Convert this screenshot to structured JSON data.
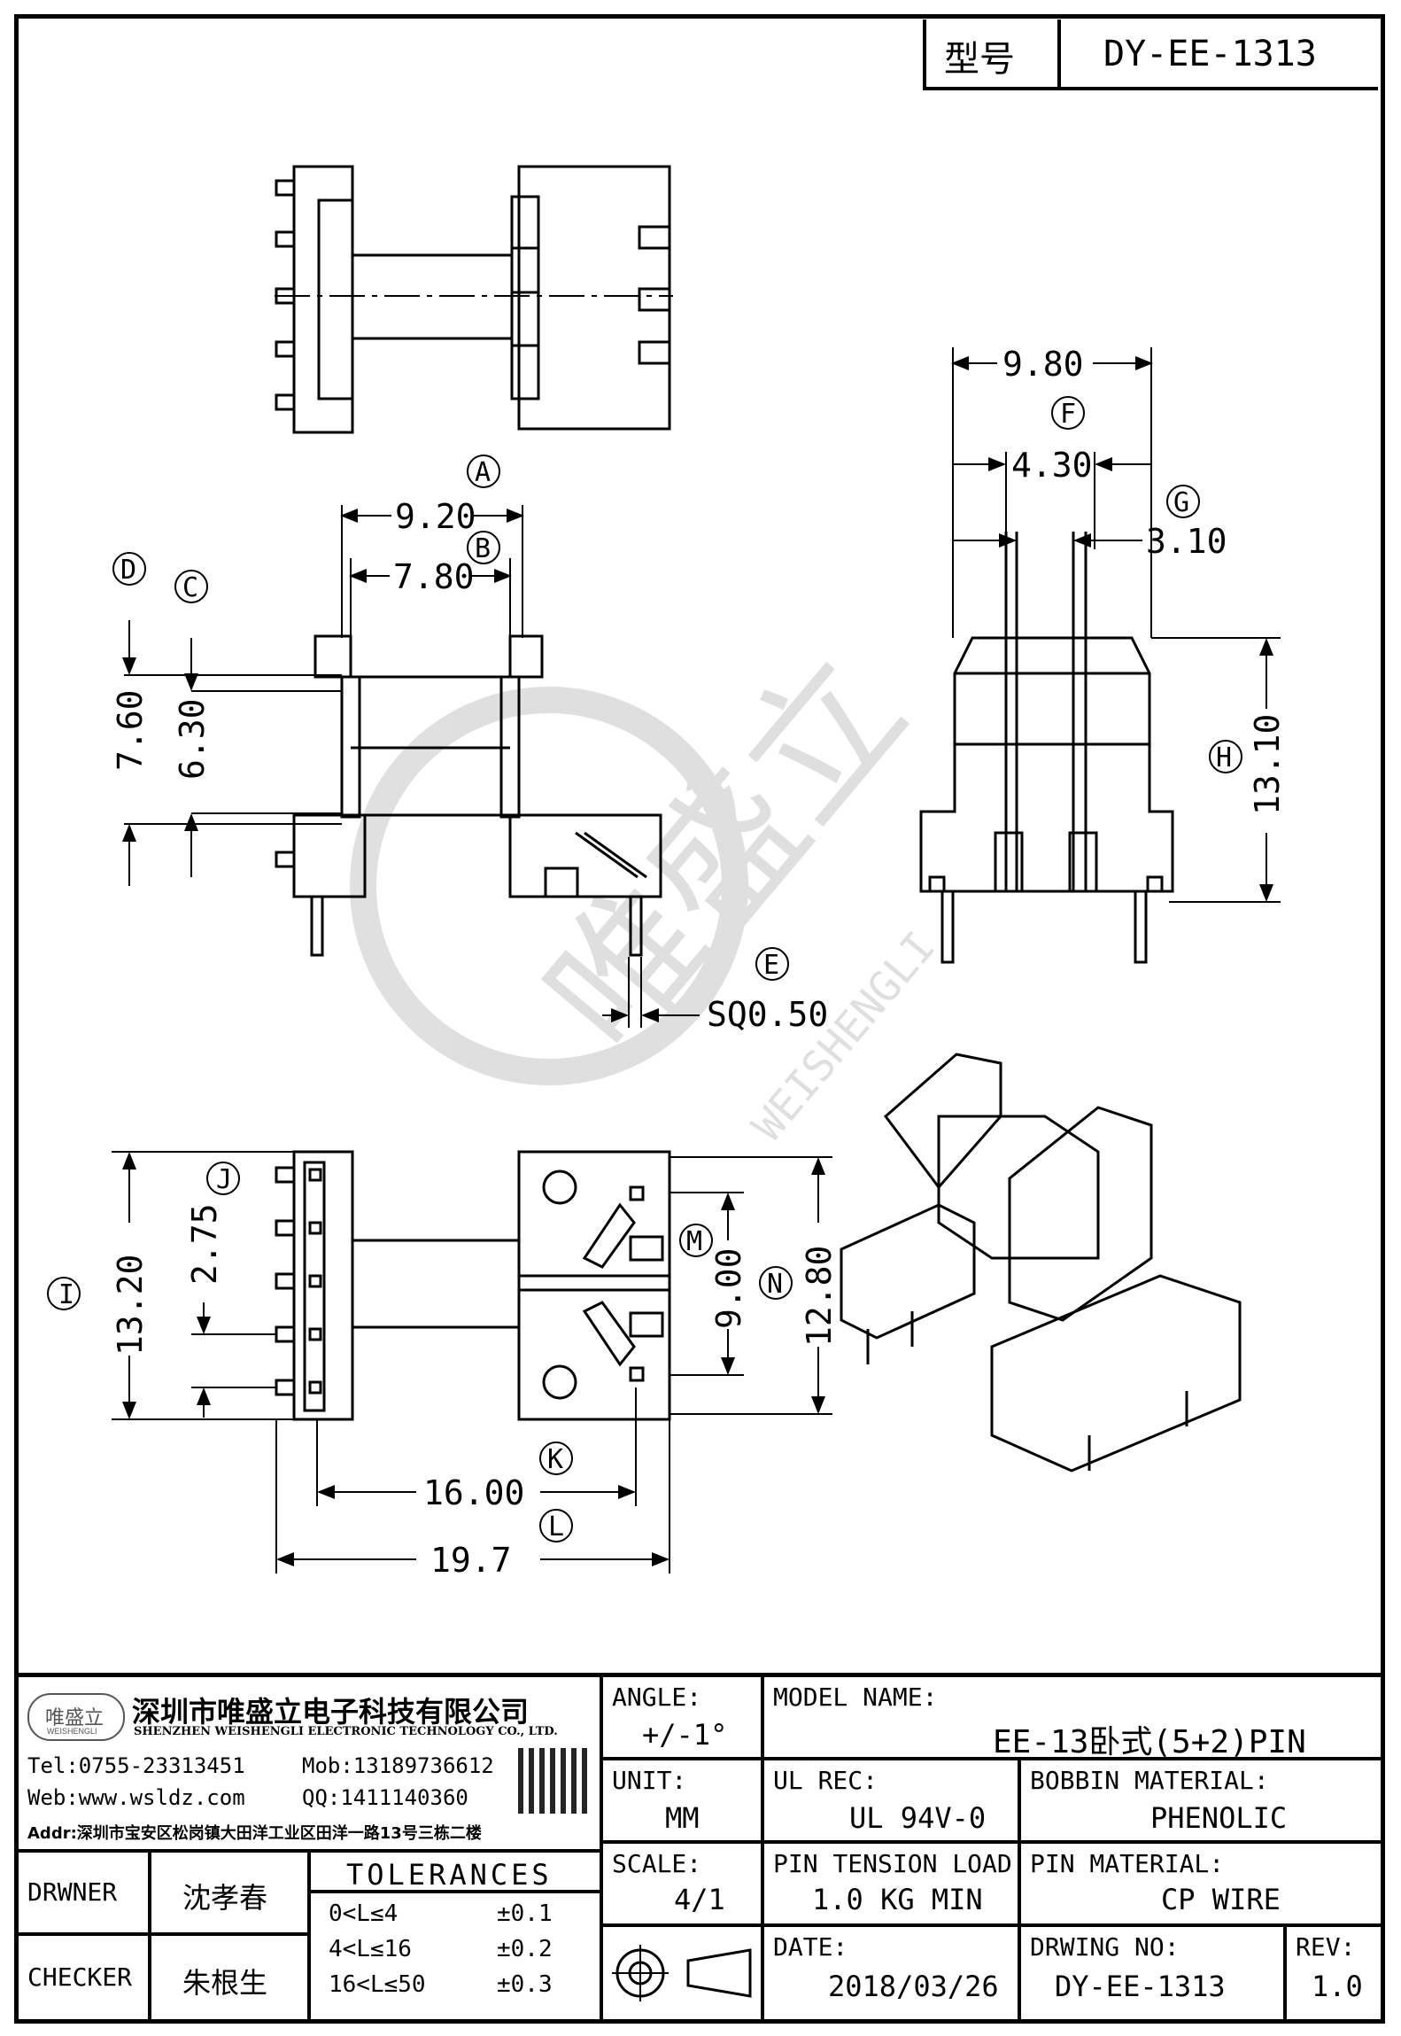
{
  "title_block": {
    "type_label": "型号",
    "type_value": "DY-EE-1313"
  },
  "dimensions": {
    "A": {
      "letter": "A",
      "value": "9.20"
    },
    "B": {
      "letter": "B",
      "value": "7.80"
    },
    "C": {
      "letter": "C",
      "value": "6.30"
    },
    "D": {
      "letter": "D",
      "value": "7.60"
    },
    "E": {
      "letter": "E",
      "value": "SQ0.50"
    },
    "F": {
      "letter": "F",
      "value": "9.80"
    },
    "F2": {
      "value": "4.30"
    },
    "G": {
      "letter": "G",
      "value": "3.10"
    },
    "H": {
      "letter": "H",
      "value": "13.10"
    },
    "I": {
      "letter": "I",
      "value": "13.20"
    },
    "J": {
      "letter": "J",
      "value": "2.75"
    },
    "K": {
      "letter": "K",
      "value": "16.00"
    },
    "L": {
      "letter": "L",
      "value": "19.7"
    },
    "M": {
      "letter": "M",
      "value": "9.00"
    },
    "N": {
      "letter": "N",
      "value": "12.80"
    }
  },
  "watermark": {
    "text": "唯盛立",
    "sub": "WEISHENGLI"
  },
  "company": {
    "logo_text": "唯盛立",
    "logo_sub": "WEISHENGLI",
    "name_cn": "深圳市唯盛立电子科技有限公司",
    "name_en": "SHENZHEN WEISHENGLI ELECTRONIC TECHNOLOGY CO., LTD.",
    "tel": "Tel:0755-23313451",
    "mob": "Mob:13189736612",
    "web": "Web:www.wsldz.com",
    "qq": "QQ:1411140360",
    "addr": "Addr:深圳市宝安区松岗镇大田洋工业区田洋一路13号三栋二楼"
  },
  "fields": {
    "angle_label": "ANGLE:",
    "angle_value": "+/-1°",
    "model_label": "MODEL NAME:",
    "model_value": "EE-13卧式(5+2)PIN",
    "unit_label": "UNIT:",
    "unit_value": "MM",
    "ulrec_label": "UL REC:",
    "ulrec_value": "UL 94V-0",
    "bobbin_label": "BOBBIN MATERIAL:",
    "bobbin_value": "PHENOLIC",
    "scale_label": "SCALE:",
    "scale_value": "4/1",
    "pin_tension_label": "PIN TENSION LOAD:",
    "pin_tension_value": "1.0 KG MIN",
    "pin_material_label": "PIN MATERIAL:",
    "pin_material_value": "CP WIRE",
    "date_label": "DATE:",
    "date_value": "2018/03/26",
    "drawing_no_label": "DRWING NO:",
    "drawing_no_value": "DY-EE-1313",
    "rev_label": "REV:",
    "rev_value": "1.0",
    "drawner_label": "DRWNER",
    "drawner_value": "沈孝春",
    "checker_label": "CHECKER",
    "checker_value": "朱根生",
    "tolerances_label": "TOLERANCES",
    "tol_rows": [
      {
        "range": "0<L≤4",
        "tol": "±0.1"
      },
      {
        "range": "4<L≤16",
        "tol": "±0.2"
      },
      {
        "range": "16<L≤50",
        "tol": "±0.3"
      }
    ]
  }
}
